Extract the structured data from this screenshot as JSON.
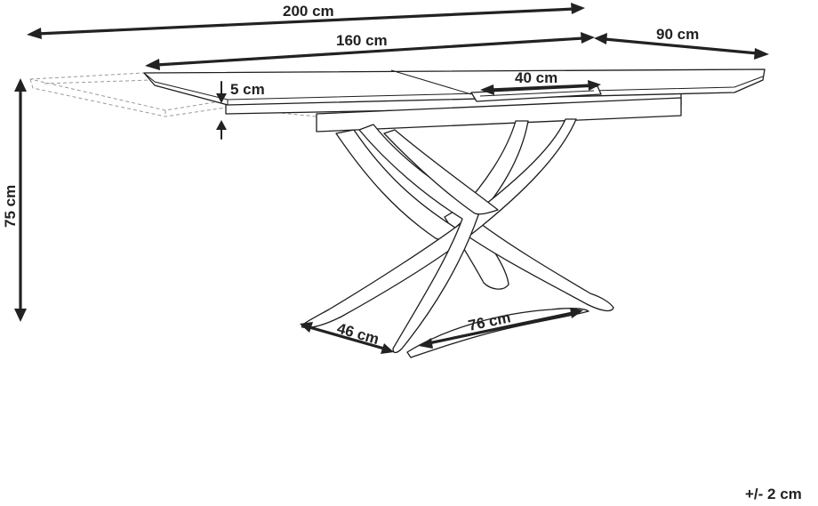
{
  "dimensions": {
    "total_length": "200 cm",
    "top_length": "160 cm",
    "depth": "90 cm",
    "extension": "40 cm",
    "thickness": "5 cm",
    "height": "75 cm",
    "base_width": "46 cm",
    "base_length": "76 cm"
  },
  "tolerance": "+/- 2 cm"
}
